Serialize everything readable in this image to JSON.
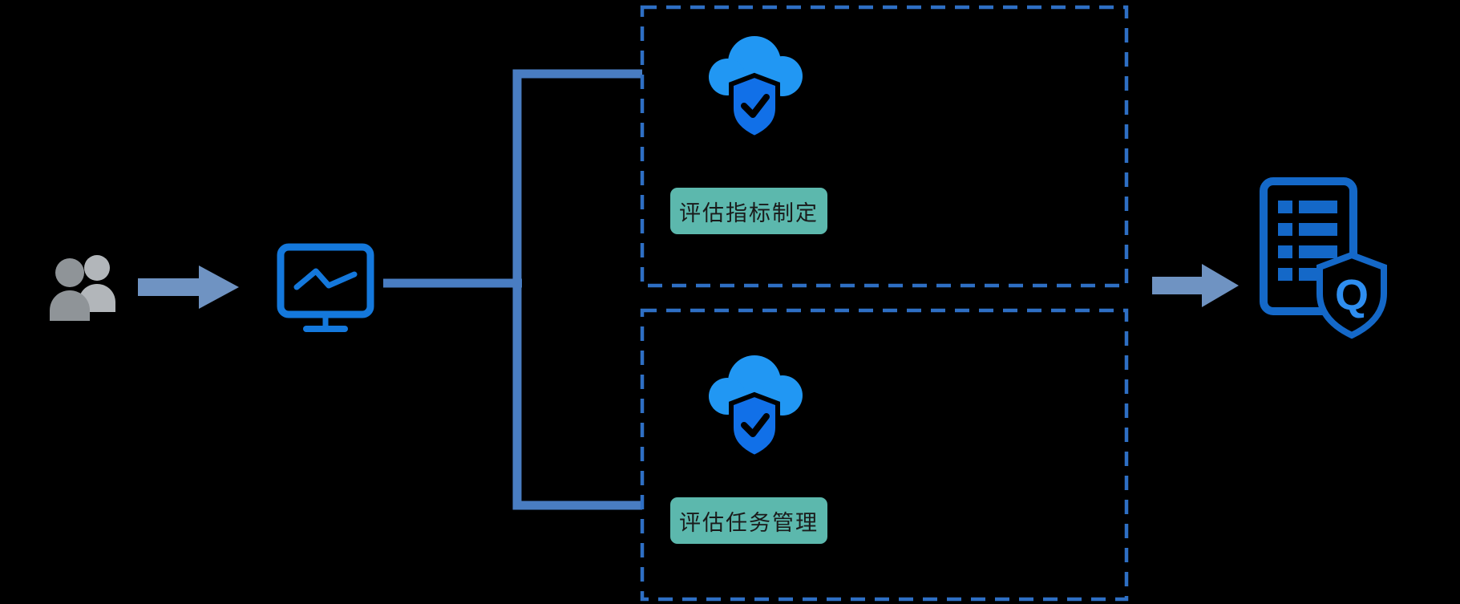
{
  "diagram": {
    "title": "evaluation-flow-diagram",
    "source": {
      "icon": "users-icon"
    },
    "monitor": {
      "icon": "monitor-pulse-icon"
    },
    "modules": [
      {
        "id": "indicator",
        "label": "评估指标制定",
        "icon": "cloud-shield-check-icon"
      },
      {
        "id": "task",
        "label": "评估任务管理",
        "icon": "cloud-shield-check-icon"
      }
    ],
    "output": {
      "icon": "report-quality-shield-icon",
      "shield_letter": "Q"
    }
  },
  "colors": {
    "background": "#000000",
    "cloud_blue": "#2197f3",
    "shield_blue": "#1170e8",
    "connector_blue": "#497dc2",
    "arrow_blue": "#6f93c2",
    "dashed_border_blue": "#2e6fc4",
    "monitor_blue": "#1478dc",
    "doc_blue": "#1468c8",
    "q_letter_blue": "#2e8ef0",
    "teal_label_bg": "#5cb8ad",
    "label_text": "#1a1a1a",
    "person_front_gray": "#8f9498",
    "person_back_gray": "#b2b6ba"
  }
}
